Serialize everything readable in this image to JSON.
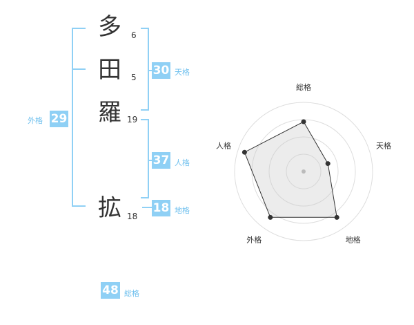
{
  "name_chars": [
    {
      "char": "多",
      "strokes": "6"
    },
    {
      "char": "田",
      "strokes": "5"
    },
    {
      "char": "羅",
      "strokes": "19"
    },
    {
      "char": "拡",
      "strokes": "18"
    }
  ],
  "scores": {
    "tenkaku": {
      "value": "30",
      "label": "天格"
    },
    "jinkaku": {
      "value": "37",
      "label": "人格"
    },
    "chikaku": {
      "value": "18",
      "label": "地格"
    },
    "gaikaku": {
      "value": "29",
      "label": "外格"
    },
    "soukaku": {
      "value": "48",
      "label": "総格"
    }
  },
  "colors": {
    "accent": "#8fd0f5",
    "label": "#6fc0ee",
    "text": "#333333"
  },
  "chart_data": {
    "type": "radar",
    "axes": [
      "総格",
      "天格",
      "地格",
      "外格",
      "人格"
    ],
    "values": [
      0.72,
      0.37,
      0.82,
      0.82,
      0.9
    ],
    "rings": 4,
    "grid": true
  }
}
